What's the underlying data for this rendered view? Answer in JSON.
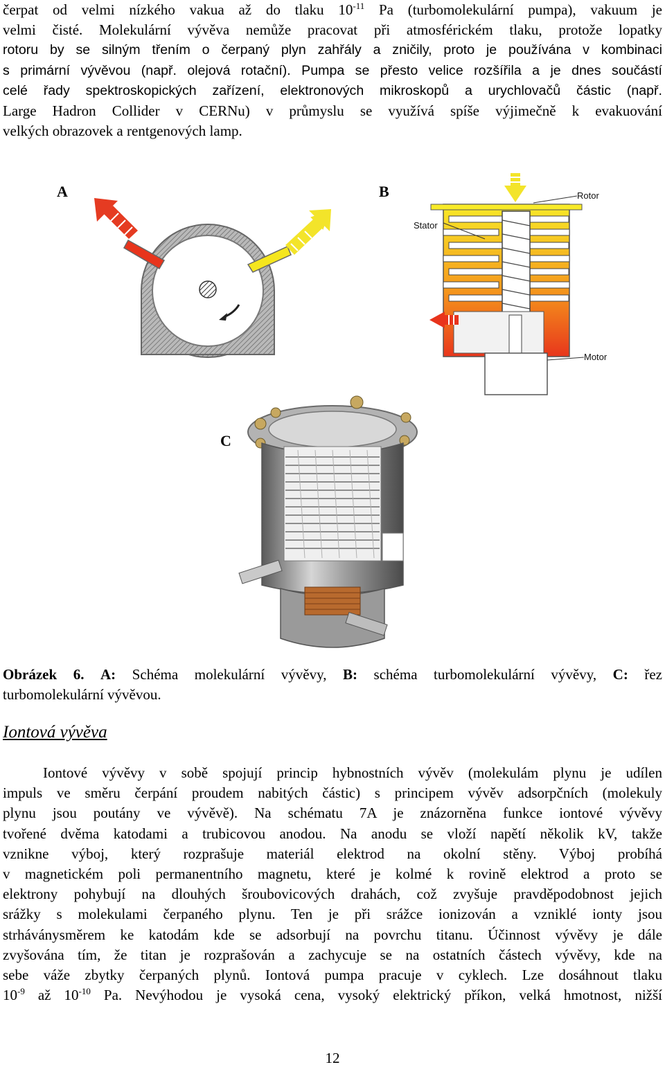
{
  "intro": {
    "lines": [
      "čerpat od velmi nízkého vakua až do tlaku 10",
      "velmi čisté. Molekulární vývěva nemůže pracovat při atmosférickém tlaku, protože lopatky",
      "rotoru by se silným třením o čerpaný plyn zahřály a zničily, proto je používána v kombinaci",
      "s primární vývěvou (např. olejová rotační). Pumpa se přesto velice rozšířila a je dnes součástí",
      "celé řady spektroskopických zařízení, elektronových mikroskopů a urychlovačů částic (např.",
      "Large Hadron Collider v CERNu) v průmyslu se využívá spíše výjimečně k evakuování",
      "velkých obrazovek a rentgenových lamp."
    ],
    "line1_exponent": "-11",
    "line1_tail": " Pa (turbomolekulární pumpa), vakuum je"
  },
  "figure": {
    "label_a": "A",
    "label_b": "B",
    "label_c": "C",
    "b_rotor": "Rotor",
    "b_stator": "Stator",
    "b_motor": "Motor",
    "colors": {
      "yellow": "#f5e61e",
      "red": "#e8341c",
      "orange": "#f08a1a",
      "gray": "#8a8a8a"
    }
  },
  "caption": {
    "prefix": "Obrázek 6.",
    "a_key": "A:",
    "a_text": " Schéma molekulární vývěvy, ",
    "b_key": "B:",
    "b_text": " schéma turbomolekulární vývěvy, ",
    "c_key": "C:",
    "c_text": " řez",
    "line2": "turbomolekulární vývěvou."
  },
  "section": {
    "heading": "Iontová vývěva",
    "lines": [
      "Iontové vývěvy v sobě spojují princip hybnostních vývěv (molekulám plynu je udílen",
      "impuls ve směru čerpání proudem nabitých částic) s principem vývěv adsorpčních (molekuly",
      "plynu jsou poutány ve vývěvě). Na schématu 7A je znázorněna funkce iontové vývěvy",
      "tvořené dvěma katodami a trubicovou anodou. Na anodu se vloží napětí několik kV, takže",
      "vznikne výboj, který rozprašuje materiál elektrod na okolní stěny. Výboj probíhá",
      "v magnetickém poli permanentního magnetu, které je kolmé k rovině elektrod a proto se",
      "elektrony pohybují na dlouhých šroubovicových drahách, což zvyšuje pravděpodobnost jejich",
      "srážky s molekulami čerpaného plynu. Ten je při srážce ionizován a vzniklé ionty jsou",
      "strháványsměrem ke katodám kde se adsorbují na povrchu titanu. Účinnost vývěvy je dále",
      "zvyšována tím, že titan je rozprašován a zachycuje se na ostatních částech vývěvy, kde na",
      "sebe váže zbytky čerpaných plynů. Iontová pumpa pracuje v cyklech. Lze dosáhnout tlaku"
    ],
    "last_line": {
      "a": "10",
      "a_exp": "-9",
      "b": " až 10",
      "b_exp": "-10",
      "c": " Pa. Nevýhodou je vysoká cena, vysoký elektrický příkon, velká hmotnost, nižší"
    }
  },
  "page_number": "12"
}
